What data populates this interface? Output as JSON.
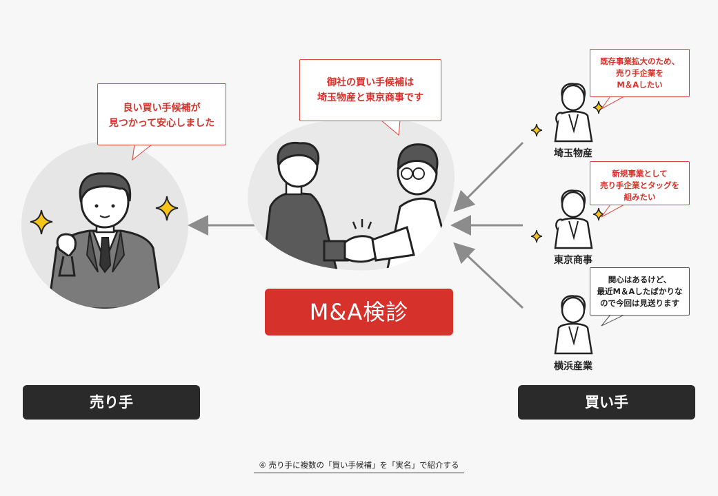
{
  "seller": {
    "bubble_line1": "良い買い手候補が",
    "bubble_line2": "見つかって安心しました",
    "label": "売り手"
  },
  "center": {
    "bubble_line1": "御社の買い手候補は",
    "bubble_line2": "埼玉物産と東京商事です",
    "service_label": "M&A検診"
  },
  "buyers": {
    "label": "買い手",
    "items": [
      {
        "name": "埼玉物産",
        "line1": "既存事業拡大のため、",
        "line2": "売り手企業を",
        "line3": "M＆Aしたい"
      },
      {
        "name": "東京商事",
        "line1": "新規事業として",
        "line2": "売り手企業とタッグを",
        "line3": "組みたい"
      },
      {
        "name": "横浜産業",
        "line1": "関心はあるけど、",
        "line2": "最近M＆Aしたばかりな",
        "line3": "ので今回は見送ります"
      }
    ]
  },
  "caption": "④ 売り手に複数の「買い手候補」を「実名」で紹介する",
  "colors": {
    "accent_red": "#d6322b",
    "dark_label": "#2a2a2a",
    "sparkle_yellow": "#f7c51a",
    "arrow_grey": "#8c8c8c"
  },
  "icons": [
    "sparkle-icon",
    "businessman-illustration",
    "handshake-illustration",
    "buyer-person-icon",
    "arrow-left-icon"
  ]
}
